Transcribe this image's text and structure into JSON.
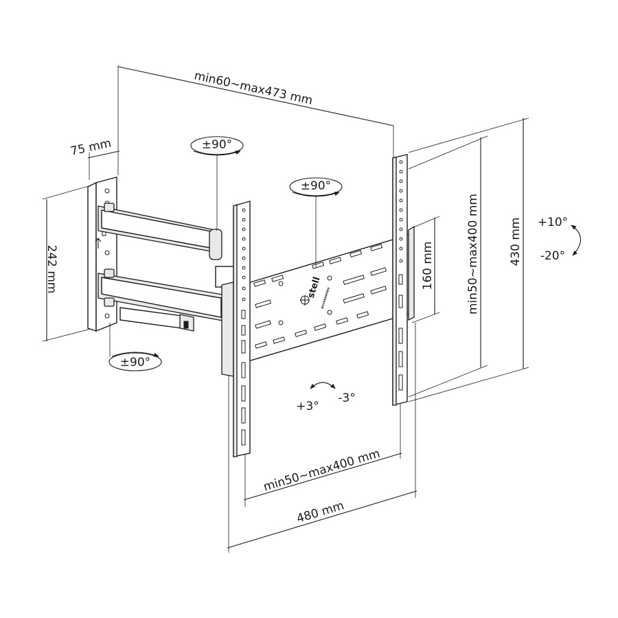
{
  "dimensions": {
    "arm_extension": "min60~max473 mm",
    "wall_plate_depth": "75 mm",
    "wall_plate_height": "242 mm",
    "bracket_height": "430 mm",
    "vesa_vertical": "min50~max400 mm",
    "plate_height": "160 mm",
    "vesa_horizontal": "min50~max400 mm",
    "total_width": "480 mm"
  },
  "rotations": {
    "arm_pivot": "±90°",
    "arm_mid": "±90°",
    "wall_pivot": "±90°",
    "level_plus": "+3°",
    "level_minus": "-3°",
    "tilt_up": "+10°",
    "tilt_down": "-20°"
  },
  "brand": {
    "name": "stell",
    "tagline": "accessories"
  }
}
